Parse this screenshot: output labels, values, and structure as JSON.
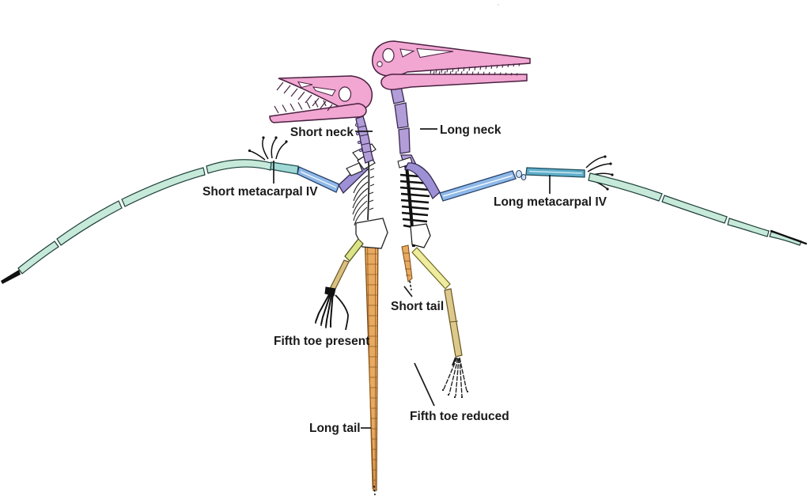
{
  "figure": {
    "labels": {
      "short_neck": "Short neck",
      "long_neck": "Long neck",
      "short_metacarpal": "Short metacarpal IV",
      "long_metacarpal": "Long metacarpal IV",
      "fifth_toe_present": "Fifth toe present",
      "short_tail": "Short tail",
      "long_tail": "Long tail",
      "fifth_toe_reduced": "Fifth toe reduced"
    },
    "colors": {
      "skull": "#F1A7D2",
      "neck": "#B29DD8",
      "humerus": "#9D90D4",
      "forearm": "#8FB9E8",
      "metacarpal_left": "#9FD8D5",
      "metacarpal_right": "#5FAECB",
      "wing_phalanx": "#C6E9DA",
      "femur_left": "#DAE388",
      "tibia_left": "#D9C183",
      "femur_right": "#F0EC9F",
      "tibia_right": "#DDC98C",
      "tail": "#E8A960",
      "foot": "#111111",
      "label": "#1a1a1a"
    }
  }
}
